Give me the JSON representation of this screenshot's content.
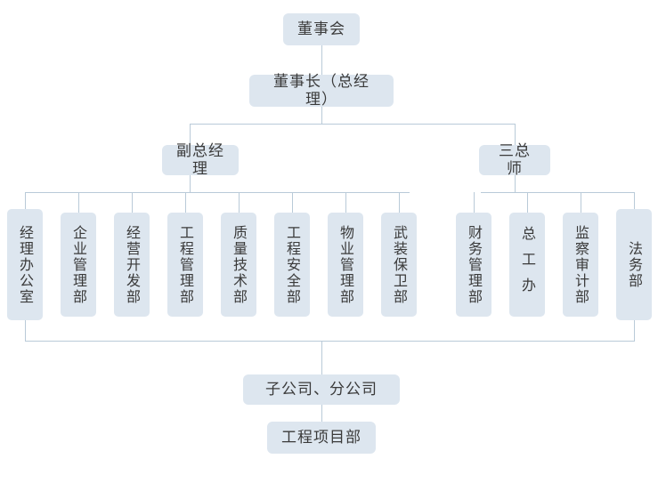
{
  "title": "组织机构图",
  "palette": {
    "box_fill": "#dde6ef",
    "line": "#b9cad8",
    "text": "#3a3a3a",
    "background": "#ffffff"
  },
  "nodes": {
    "board": {
      "label": "董事会",
      "level": 1
    },
    "chairman": {
      "label": "董事长（总经理）",
      "level": 2
    },
    "deputy_gm": {
      "label": "副总经理",
      "level": 3
    },
    "three_chiefs": {
      "label": "三总师",
      "level": 3
    },
    "subsidiary": {
      "label": "子公司、分公司",
      "level": 5
    },
    "project_dept": {
      "label": "工程项目部",
      "level": 6
    }
  },
  "departments_left": [
    {
      "label": "经理办公室",
      "chars": 5,
      "spaced": false
    },
    {
      "label": "企业管理部",
      "chars": 5,
      "spaced": false
    },
    {
      "label": "经营开发部",
      "chars": 5,
      "spaced": false
    },
    {
      "label": "工程管理部",
      "chars": 5,
      "spaced": false
    },
    {
      "label": "质量技术部",
      "chars": 5,
      "spaced": false
    },
    {
      "label": "工程安全部",
      "chars": 5,
      "spaced": false
    },
    {
      "label": "物业管理部",
      "chars": 5,
      "spaced": false
    },
    {
      "label": "武装保卫部",
      "chars": 5,
      "spaced": false
    }
  ],
  "departments_right": [
    {
      "label": "财务管理部",
      "chars": 5,
      "spaced": false
    },
    {
      "label": "总工办",
      "chars": 3,
      "spaced": true
    },
    {
      "label": "监察审计部",
      "chars": 5,
      "spaced": false
    },
    {
      "label": "法务部",
      "chars": 3,
      "spaced": false
    }
  ]
}
